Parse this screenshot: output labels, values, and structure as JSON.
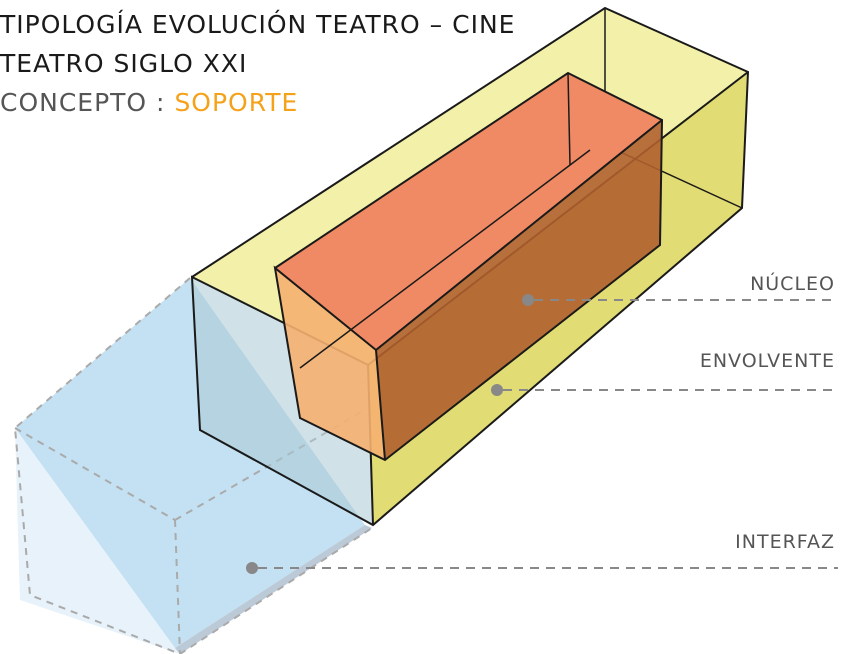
{
  "title": {
    "line1": "TIPOLOGÍA EVOLUCIÓN TEATRO – CINE",
    "line2": "TEATRO SIGLO XXI",
    "line3_prefix": "CONCEPTO : ",
    "line3_accent": "SOPORTE"
  },
  "labels": {
    "nucleo": "NÚCLEO",
    "envolvente": "ENVOLVENTE",
    "interfaz": "INTERFAZ"
  },
  "colors": {
    "accent": "#f5a21b",
    "envolvente_fill": "#ece87a",
    "nucleo_fill": "#ee7850",
    "interfaz_fill": "#b9dcf0",
    "leader_line": "#888888"
  }
}
